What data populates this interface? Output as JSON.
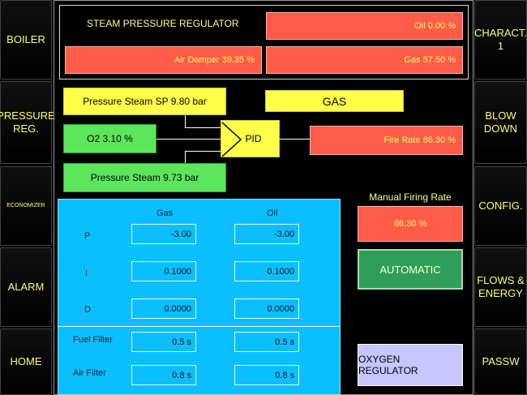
{
  "nav_left": [
    {
      "label": "BOILER"
    },
    {
      "label": "PRESSURE\nREG."
    },
    {
      "label": "ECONOMIZER"
    },
    {
      "label": "ALARM"
    },
    {
      "label": "HOME"
    }
  ],
  "nav_right": [
    {
      "label": "CHARACT.\n1"
    },
    {
      "label": "BLOW\nDOWN"
    },
    {
      "label": "CONFIG."
    },
    {
      "label": "FLOWS &\nENERGY"
    },
    {
      "label": "PASSW"
    }
  ],
  "header": {
    "title": "STEAM PRESSURE REGULATOR",
    "oil": "Oil 0.00  %",
    "air_damper": "Air Damper  39.35  %",
    "gas": "Gas 57.50  %"
  },
  "loop": {
    "setpoint": "Pressure Steam SP 9.80 bar",
    "o2": "O2  3.10  %",
    "pressure": "Pressure Steam  9.73 bar",
    "pid": "PID",
    "fuel": "GAS",
    "fire_rate": "Fire Rate  86.30  %"
  },
  "manual": {
    "label": "Manual Firing Rate",
    "value": "86.30 %"
  },
  "tuning": {
    "col_gas": "Gas",
    "col_oil": "Oil",
    "p_label": "P",
    "i_label": "I",
    "d_label": "D",
    "fuel_filter_label": "Fuel Filter",
    "air_filter_label": "Air Filter",
    "p_gas": "-3.00",
    "p_oil": "-3.00",
    "i_gas": "0.1000",
    "i_oil": "0.1000",
    "d_gas": "0.0000",
    "d_oil": "0.0000",
    "ff_gas": "0.5 s",
    "ff_oil": "0.5 s",
    "af_gas": "0.8 s",
    "af_oil": "0.8 s"
  },
  "buttons": {
    "automatic": "AUTOMATIC",
    "oxygen": "OXYGEN REGULATOR"
  }
}
